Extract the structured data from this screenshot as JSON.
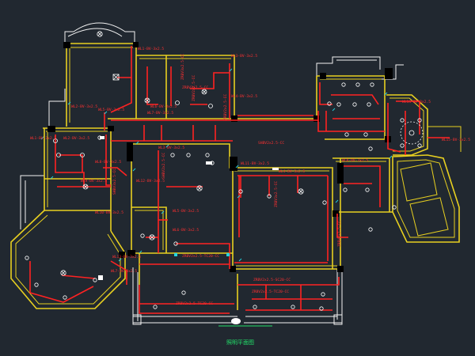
{
  "drawing": {
    "title": "照明平面图",
    "colors": {
      "background": "#212830",
      "walls": "#e8d020",
      "circuits": "#ff2222",
      "outline": "#f2f2f2",
      "title": "#22e06a"
    }
  },
  "labels": {
    "l01": "WL1-BV-3x2.5",
    "l02": "WL2-BV-3x2.5",
    "l03": "ZRBV3x2.5-CC",
    "l04": "ZRBV3x2.5-CC",
    "l05": "WL3-BV-3x2.5",
    "l06": "ZRBV2x2.5-CC",
    "l07": "WL4-BV-3x2.5",
    "l08": "WL5-BV-3x2.5",
    "l09": "WL6-BV-3x2.5",
    "l10": "WL7-BV-3x2.5",
    "l11": "WL1-BV-3x2.5",
    "l12": "WL2-BV-3x2.5",
    "l13": "WL8-BV-3x2.5",
    "l14": "SHBV3x2.5-CC",
    "l15": "WL9-BV-3x2.5",
    "l16": "WL10-BV-3x2.5",
    "l17": "SHBV2x2.5-CC",
    "l18": "ZRBV2x2.5-CC",
    "l19": "WL3-BV-3x2.5",
    "l20": "SHBV2x2.5-CC",
    "l21": "WL11-BV-3x2.5",
    "l22": "WL4-BV-3x2.5",
    "l23": "ZRBV3x2.5-CC",
    "l24": "WL5-BV-3x2.5",
    "l25": "ZRBV2x2.5-TC20-CC",
    "l26": "WL12-BV-3x2.5",
    "l27": "WL6-BV-3x2.5",
    "l28": "WL13-BV-3x2.5",
    "l29": "WL7-BV-3x2.5",
    "l30": "ZRBV2x2.5-SC20-CC",
    "l31": "ZRBV2x2.5-TC20-CC",
    "l32": "ZRBV2x2.5-TC20-CC",
    "l33": "WL14-BV-3x2.5",
    "l34": "WL8-BV-3x2.5",
    "l35": "WL15-BV-3x2.5",
    "l36": "ZRBV2x2.5-CC"
  }
}
